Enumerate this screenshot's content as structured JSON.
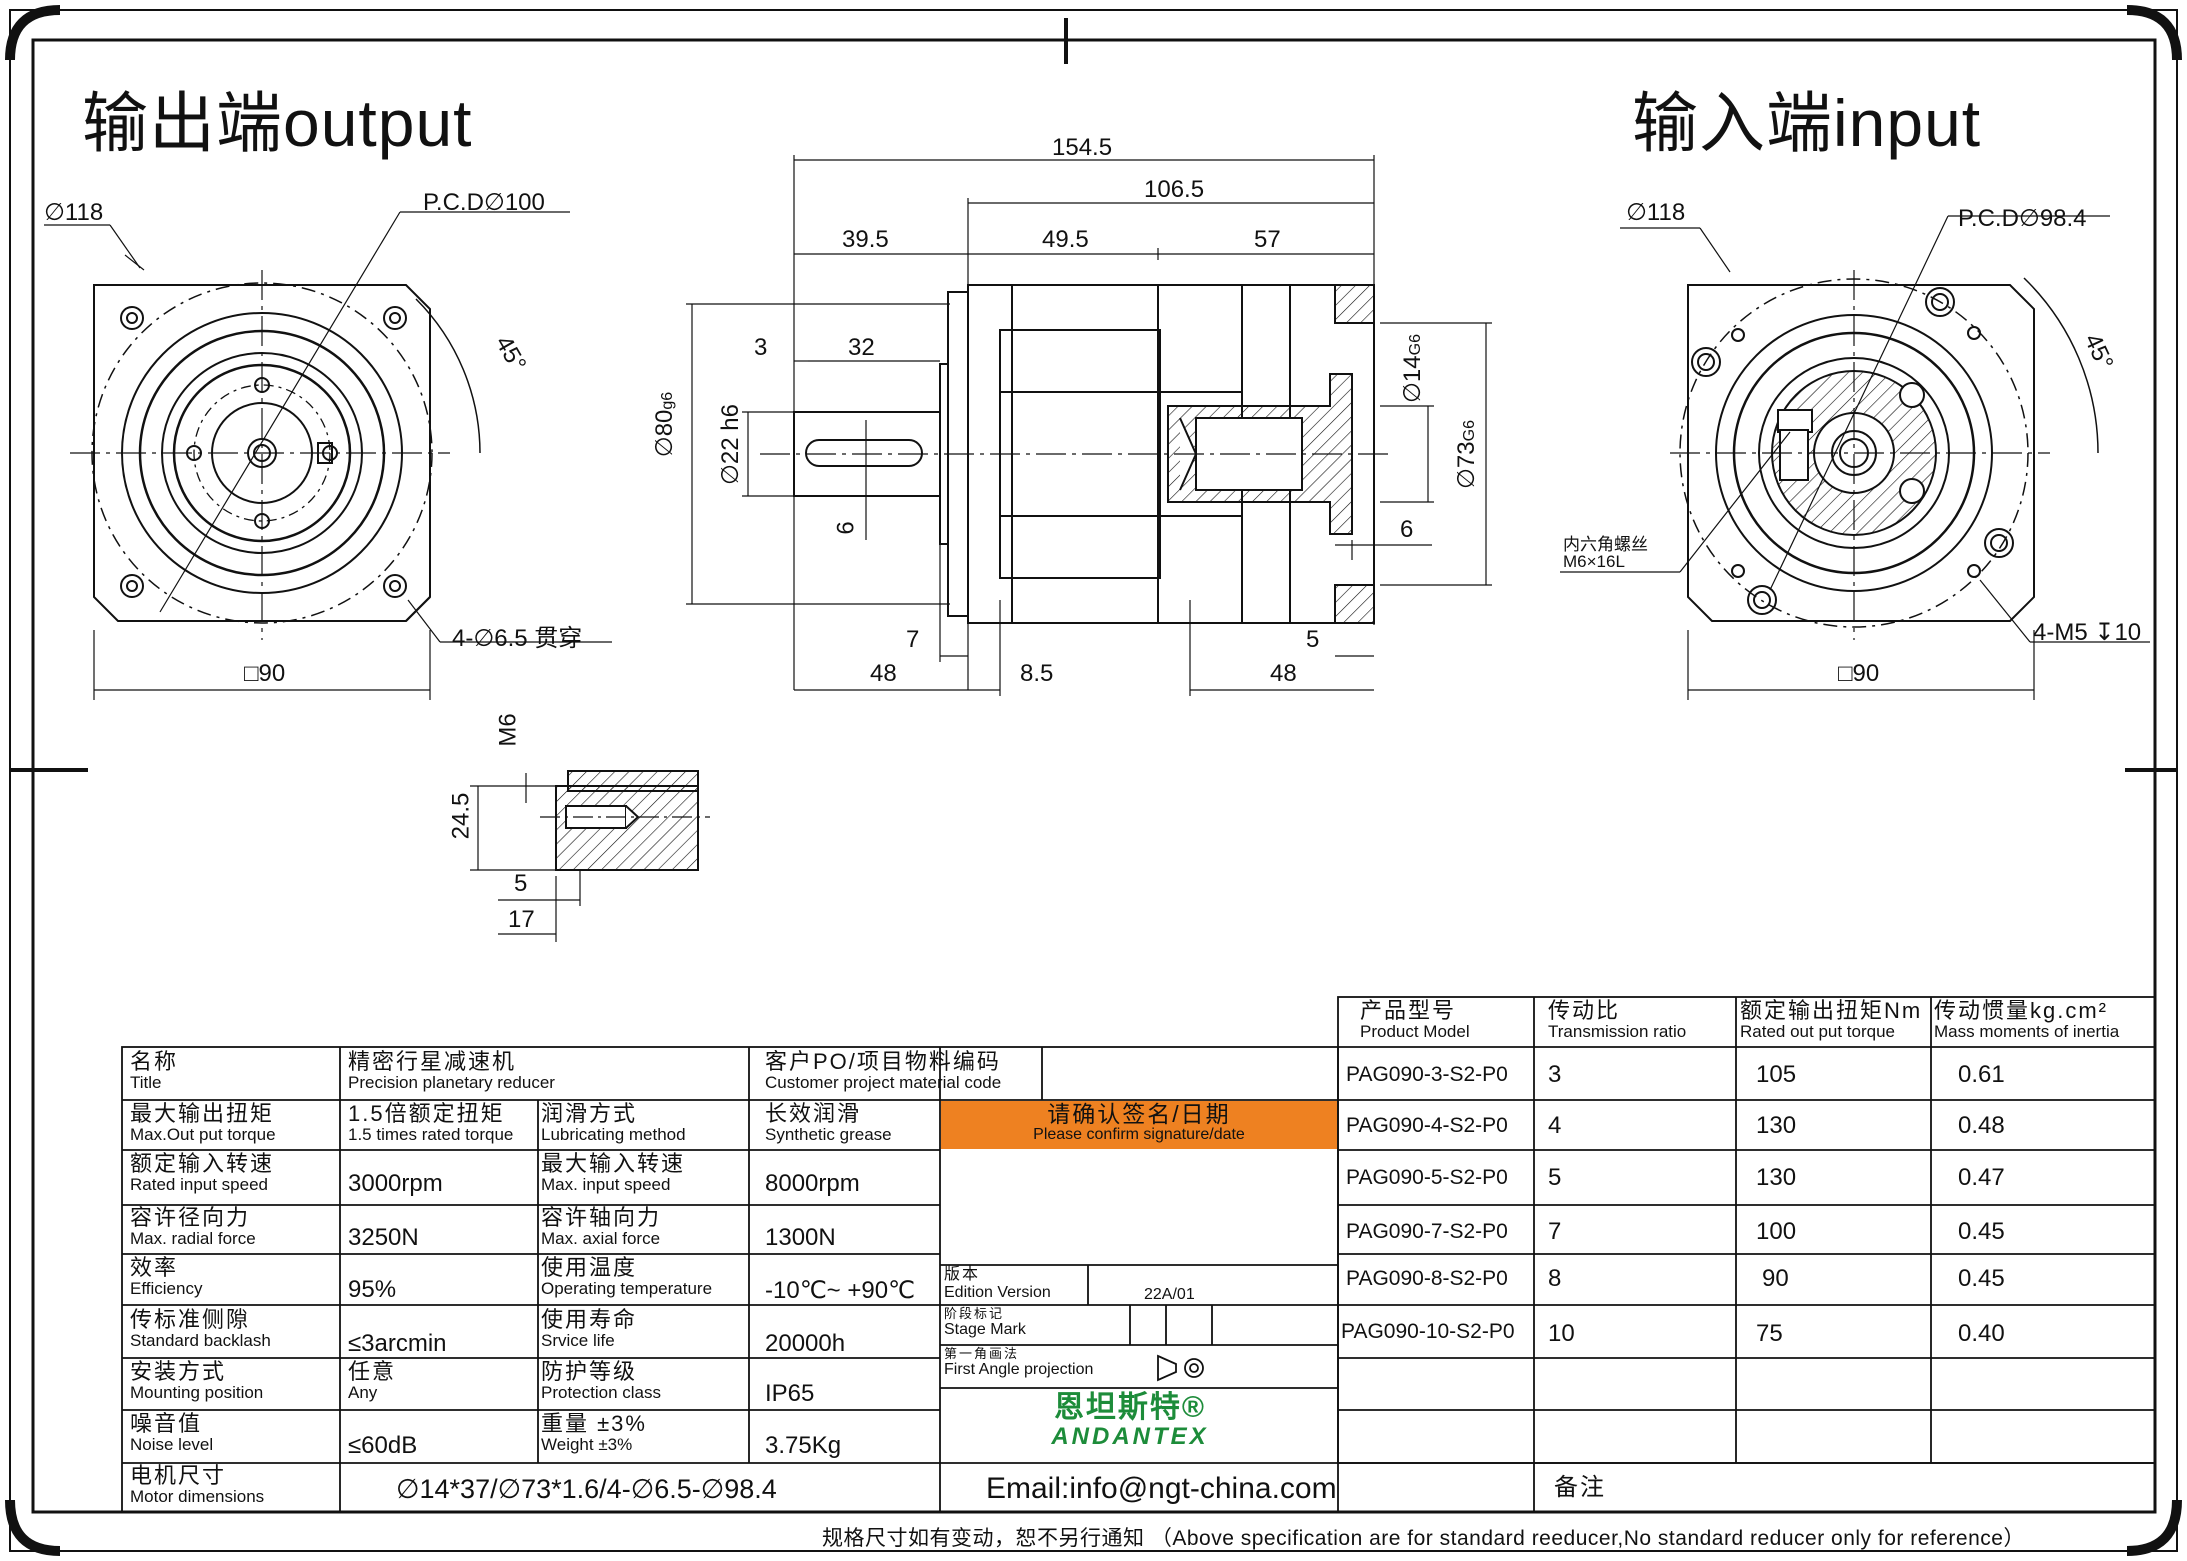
{
  "titles": {
    "output": "输出端output",
    "input": "输入端input"
  },
  "output_view": {
    "dia_outer": "∅118",
    "pcd": "P.C.D∅100",
    "angle": "45°",
    "holes": "4-∅6.5 贯穿",
    "square": "□90"
  },
  "input_view": {
    "dia_outer": "∅118",
    "pcd": "P.C.D∅98.4",
    "angle": "45°",
    "screw_cn": "内六角螺丝",
    "screw_en": "M6×16L",
    "holes": "4-M5 ↧10",
    "square": "□90"
  },
  "side_view": {
    "d154": "154.5",
    "d106": "106.5",
    "d39": "39.5",
    "d49": "49.5",
    "d57": "57",
    "d3": "3",
    "d32": "32",
    "d80": "∅80",
    "d80_tol": "g6",
    "d22": "∅22 h6",
    "d6a": "6",
    "d14": "∅14",
    "d14_tol": "G6",
    "d73": "∅73",
    "d73_tol": "G6",
    "d6b": "6",
    "d7": "7",
    "d5": "5",
    "d48a": "48",
    "d85": "8.5",
    "d48b": "48"
  },
  "detail_view": {
    "m6": "M6",
    "d245": "24.5",
    "d5": "5",
    "d17": "17"
  },
  "product_table": {
    "headers": [
      {
        "cn": "产品型号",
        "en": "Product Model"
      },
      {
        "cn": "传动比",
        "en": "Transmission ratio"
      },
      {
        "cn": "额定输出扭矩Nm",
        "en": "Rated out put torque"
      },
      {
        "cn": "传动惯量kg.cm²",
        "en": "Mass moments of inertia"
      }
    ],
    "rows": [
      [
        "PAG090-3-S2-P0",
        "3",
        "105",
        "0.61"
      ],
      [
        "PAG090-4-S2-P0",
        "4",
        "130",
        "0.48"
      ],
      [
        "PAG090-5-S2-P0",
        "5",
        "130",
        "0.47"
      ],
      [
        "PAG090-7-S2-P0",
        "7",
        "100",
        "0.45"
      ],
      [
        "PAG090-8-S2-P0",
        "8",
        "90",
        "0.45"
      ],
      [
        "PAG090-10-S2-P0",
        "10",
        "75",
        "0.40"
      ]
    ]
  },
  "spec_table": {
    "name_cn": "名称",
    "name_en": "Title",
    "name_val_cn": "精密行星减速机",
    "name_val_en": "Precision planetary reducer",
    "cust_cn": "客户PO/项目物料编码",
    "cust_en": "Customer project material code",
    "rows": [
      {
        "l_cn": "最大输出扭矩",
        "l_en": "Max.Out put torque",
        "l_val_cn": "1.5倍额定扭矩",
        "l_val_en": "1.5 times rated torque",
        "r_cn": "润滑方式",
        "r_en": "Lubricating method",
        "r_val_cn": "长效润滑",
        "r_val_en": "Synthetic grease"
      },
      {
        "l_cn": "额定输入转速",
        "l_en": "Rated input speed",
        "l_val": "3000rpm",
        "r_cn": "最大输入转速",
        "r_en": "Max. input speed",
        "r_val": "8000rpm"
      },
      {
        "l_cn": "容许径向力",
        "l_en": "Max. radial force",
        "l_val": "3250N",
        "r_cn": "容许轴向力",
        "r_en": "Max. axial force",
        "r_val": "1300N"
      },
      {
        "l_cn": "效率",
        "l_en": "Efficiency",
        "l_val": "95%",
        "r_cn": "使用温度",
        "r_en": "Operating temperature",
        "r_val": "-10℃~ +90℃"
      },
      {
        "l_cn": "传标准侧隙",
        "l_en": "Standard backlash",
        "l_val": "≤3arcmin",
        "r_cn": "使用寿命",
        "r_en": "Srvice life",
        "r_val": "20000h"
      },
      {
        "l_cn": "安装方式",
        "l_en": "Mounting position",
        "l_val_cn": "任意",
        "l_val_en": "Any",
        "r_cn": "防护等级",
        "r_en": "Protection class",
        "r_val": "IP65"
      },
      {
        "l_cn": "噪音值",
        "l_en": "Noise level",
        "l_val": "≤60dB",
        "r_cn": "重量 ±3%",
        "r_en": "Weight ±3%",
        "r_val": "3.75Kg"
      }
    ],
    "motor_cn": "电机尺寸",
    "motor_en": "Motor dimensions",
    "motor_val": "∅14*37/∅73*1.6/4-∅6.5-∅98.4"
  },
  "confirm": {
    "cn": "请确认签名/日期",
    "en": "Please confirm signature/date",
    "color": "#ee8121"
  },
  "edition": {
    "cn": "版本",
    "en": "Edition Version",
    "val": "22A/01",
    "stage_cn": "阶段标记",
    "stage_en": "Stage Mark",
    "proj_cn": "第一角画法",
    "proj_en": "First Angle projection"
  },
  "brand": {
    "cn": "恩坦斯特®",
    "en": "ANDANTEX",
    "color": "#1d8c3a"
  },
  "email": "Email:info@ngt-china.com",
  "remark": "备注",
  "footer": "规格尺寸如有变动，恕不另行通知 （Above specification are for standard reeducer,No standard reducer only for reference）"
}
